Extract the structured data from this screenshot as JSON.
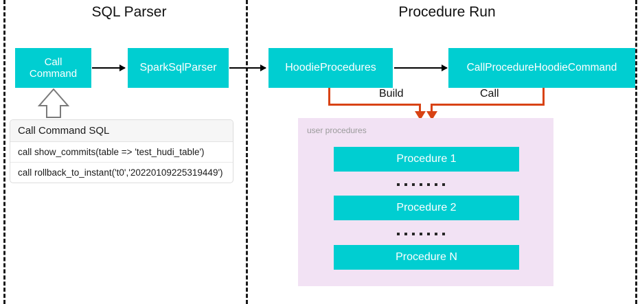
{
  "diagram": {
    "sections": [
      {
        "title": "SQL Parser"
      },
      {
        "title": "Procedure Run"
      }
    ],
    "nodes": {
      "call_command": "Call\nCommand",
      "call_command_line1": "Call",
      "call_command_line2": "Command",
      "spark_sql_parser": "SparkSqlParser",
      "hoodie_procedures": "HoodieProcedures",
      "call_procedure_hoodie_command": "CallProcedureHoodieCommand"
    },
    "connector_labels": {
      "build": "Build",
      "call": "Call"
    },
    "sql_table": {
      "header": "Call Command SQL",
      "rows": [
        "call show_commits(table => 'test_hudi_table')",
        "call rollback_to_instant('t0','20220109225319449')"
      ]
    },
    "procedures_panel": {
      "label": "user procedures",
      "items": [
        "Procedure 1",
        "Procedure 2",
        "Procedure N"
      ],
      "ellipsis_dot_count": 7
    },
    "colors": {
      "node_fill": "#00CED1",
      "node_text": "#FFFFFF",
      "connector": "#D84315",
      "panel_fill": "#F2E2F4",
      "divider": "#1A1A1A",
      "background": "#FFFFFF"
    }
  }
}
